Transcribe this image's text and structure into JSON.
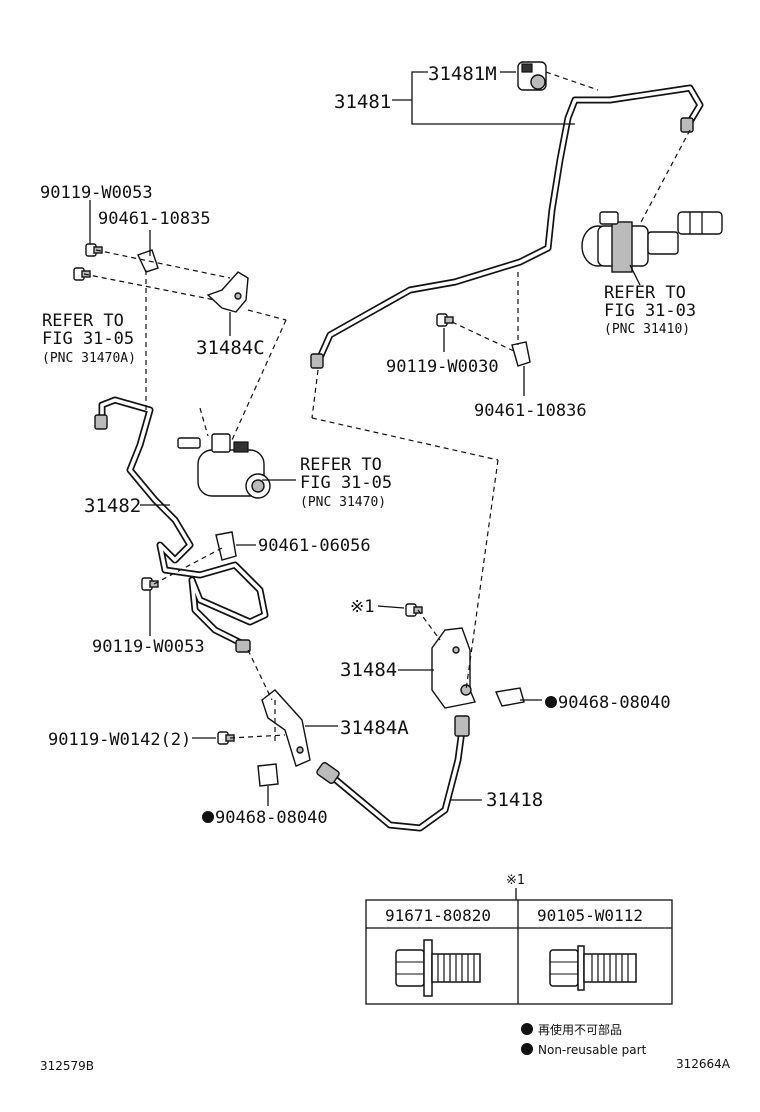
{
  "labels": {
    "p31481M": "31481M",
    "p31481": "31481",
    "p90119_W0053_top": "90119-W0053",
    "p90461_10835": "90461-10835",
    "refer_a_1": "REFER TO",
    "refer_a_2": "FIG 31-05",
    "refer_a_3": "(PNC 31470A)",
    "p31484C": "31484C",
    "refer_b_1": "REFER TO",
    "refer_b_2": "FIG 31-03",
    "refer_b_3": "(PNC 31410)",
    "p90119_W0030": "90119-W0030",
    "p90461_10836": "90461-10836",
    "refer_c_1": "REFER TO",
    "refer_c_2": "FIG 31-05",
    "refer_c_3": "(PNC 31470)",
    "p31482": "31482",
    "p90461_06056": "90461-06056",
    "p90119_W0053_bottom": "90119-W0053",
    "mark1_left": "※1",
    "p31484": "31484",
    "p90468_08040_right": "90468-08040",
    "p90119_W0142": "90119-W0142(2)",
    "p31484A": "31484A",
    "p31418": "31418",
    "p90468_08040_left": "90468-08040",
    "mark1_table": "※1"
  },
  "table": {
    "col1": "91671-80820",
    "col2": "90105-W0112"
  },
  "legend": {
    "line1": "再使用不可部品",
    "line2": "Non-reusable part"
  },
  "footer": {
    "left_code": "312579B",
    "right_code": "312664A"
  }
}
